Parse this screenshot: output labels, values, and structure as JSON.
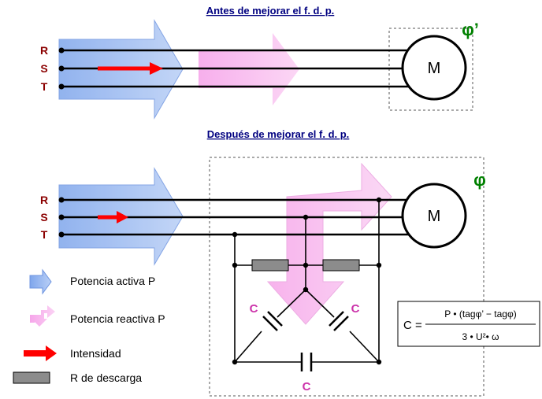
{
  "titles": {
    "before": "Antes de mejorar el f. d. p.",
    "after": "Después de mejorar el f. d. p."
  },
  "phases": [
    "R",
    "S",
    "T"
  ],
  "motor_label": "M",
  "angle_before": "φ’",
  "angle_after": "φ",
  "capacitor_label": "C",
  "legend": {
    "active_power": "Potencia activa P",
    "reactive_power": "Potencia reactiva P",
    "current": "Intensidad",
    "discharge_resistor": "R de descarga"
  },
  "formula": {
    "lhs": "C =",
    "numerator": "P • (tagφ’ − tagφ)",
    "denominator": "3 • U²• ω"
  },
  "colors": {
    "active_power": "#9ab8f0",
    "reactive_power": "#f6b3ec",
    "current": "#ff0000",
    "resistor": "#8c8c8c",
    "title": "#000080",
    "phase_label": "#8b0000",
    "capacitor_label": "#cc33aa",
    "angle": "#008000"
  }
}
